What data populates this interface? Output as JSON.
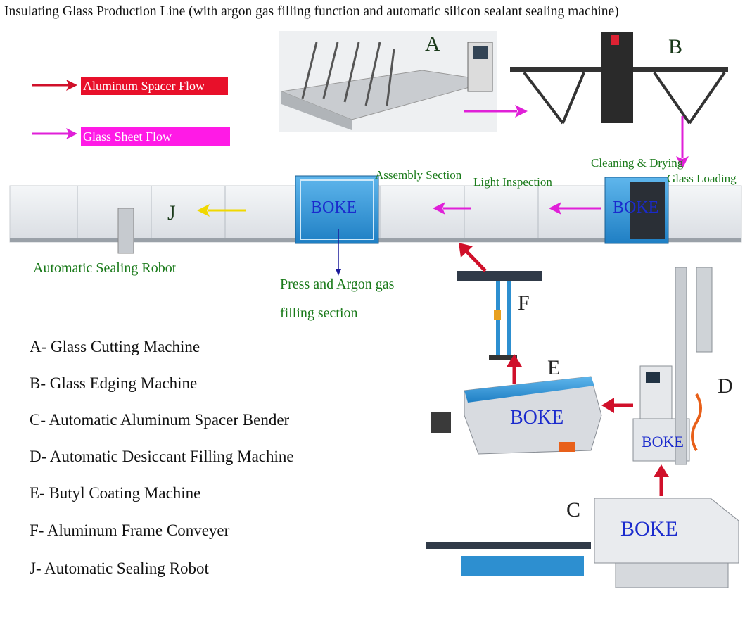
{
  "title": "Insulating Glass Production Line (with argon gas filling function and automatic silicon sealant sealing machine)",
  "legend": {
    "aluminum": {
      "label": "Aluminum Spacer Flow",
      "color": "#e8102a"
    },
    "glass": {
      "label": "Glass Sheet Flow",
      "color": "#ff1ae6"
    }
  },
  "machine_letters": {
    "a": "A",
    "b": "B",
    "c": "C",
    "d": "D",
    "e": "E",
    "f": "F",
    "j": "J"
  },
  "brand": "BOKE",
  "sections": {
    "cleaning": "Cleaning & Drying",
    "glass_loading": "Glass Loading",
    "light_inspection": "Light Inspection",
    "assembly": "Assembly Section",
    "press_argon_line1": "Press and Argon gas",
    "press_argon_line2": "filling section",
    "sealing_robot": "Automatic Sealing Robot"
  },
  "machine_list": [
    "A- Glass Cutting Machine",
    "B- Glass Edging Machine",
    "C- Automatic Aluminum Spacer Bender",
    "D- Automatic Desiccant Filling Machine",
    "E- Butyl Coating Machine",
    "F- Aluminum Frame Conveyer",
    "J- Automatic Sealing Robot"
  ],
  "colors": {
    "machine_blue": "#2d8fd0",
    "arrow_red": "#d0102a",
    "arrow_magenta": "#e020d8",
    "arrow_yellow": "#f0d800",
    "text_green": "#1a7a1a"
  }
}
